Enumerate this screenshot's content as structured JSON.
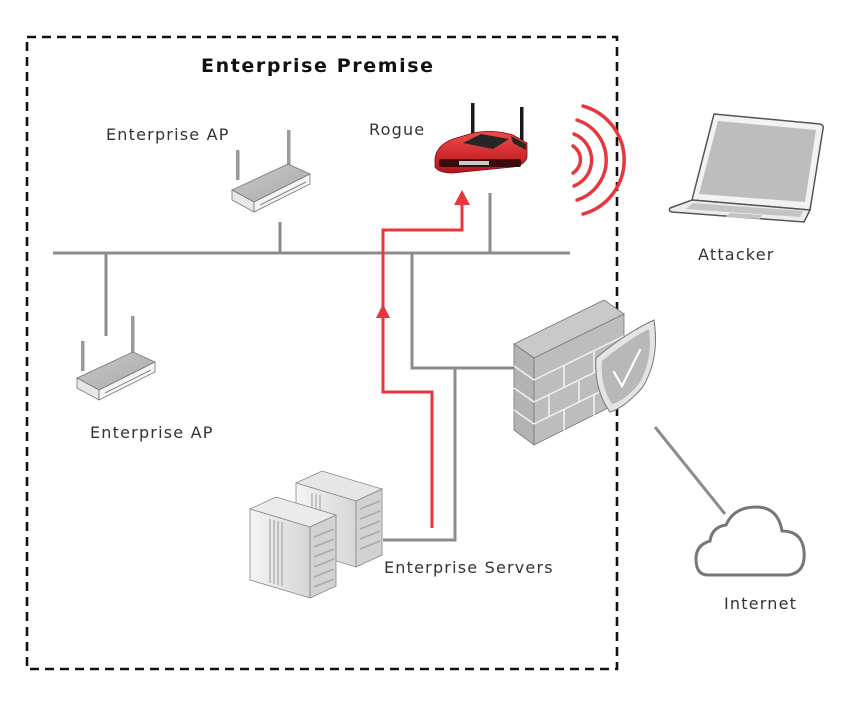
{
  "title": "Enterprise Premise",
  "colors": {
    "wire": "#8c8c8c",
    "attack_path": "#e8373c",
    "rogue_device": "#d8232a",
    "signal": "#e8373c",
    "boundary": "#111111",
    "device_gray": "#bdbdbe"
  },
  "nodes": {
    "enterprise_ap_top": {
      "label": "Enterprise AP",
      "icon": "wireless-router-icon"
    },
    "enterprise_ap_left": {
      "label": "Enterprise AP",
      "icon": "wireless-router-icon"
    },
    "rogue": {
      "label": "Rogue",
      "icon": "rogue-router-icon"
    },
    "attacker": {
      "label": "Attacker",
      "icon": "laptop-icon"
    },
    "firewall": {
      "label": "",
      "icon": "firewall-shield-icon"
    },
    "servers": {
      "label": "Enterprise Servers",
      "icon": "server-icon"
    },
    "internet": {
      "label": "Internet",
      "icon": "cloud-icon"
    }
  },
  "edges": [
    {
      "from": "enterprise_ap_top",
      "to": "lan-bus",
      "style": "wire"
    },
    {
      "from": "enterprise_ap_left",
      "to": "lan-bus",
      "style": "wire"
    },
    {
      "from": "rogue",
      "to": "lan-bus",
      "style": "wire"
    },
    {
      "from": "firewall",
      "to": "lan-bus",
      "style": "wire"
    },
    {
      "from": "servers",
      "to": "firewall",
      "style": "wire"
    },
    {
      "from": "firewall",
      "to": "internet",
      "style": "wire"
    },
    {
      "from": "servers",
      "to": "rogue",
      "style": "attack-path",
      "directed": true
    },
    {
      "from": "rogue",
      "to": "attacker",
      "style": "wireless-signal"
    }
  ]
}
